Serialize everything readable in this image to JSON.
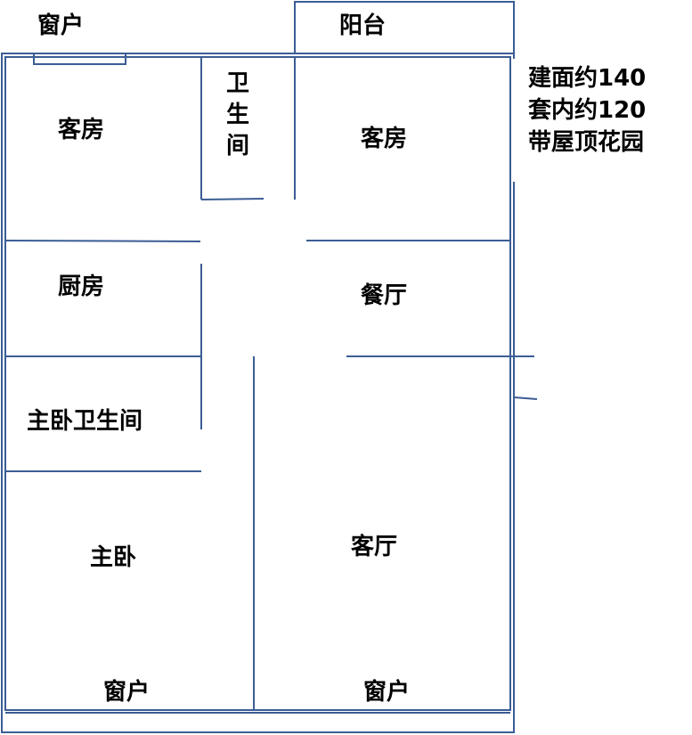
{
  "plan": {
    "wall_color": "#3b5d94",
    "text_color": "#000000",
    "rooms": {
      "guest_room_left": "客房",
      "guest_room_right": "客房",
      "bathroom": "卫生间",
      "kitchen": "厨房",
      "dining_room": "餐厅",
      "master_bathroom": "主卧卫生间",
      "master_bedroom": "主卧",
      "living_room": "客厅",
      "balcony": "阳台"
    },
    "windows": {
      "top_left": "窗户",
      "bottom_left": "窗户",
      "bottom_right": "窗户"
    }
  },
  "notes": {
    "line1": "建面约140",
    "line2": "套内约120",
    "line3": "带屋顶花园"
  }
}
